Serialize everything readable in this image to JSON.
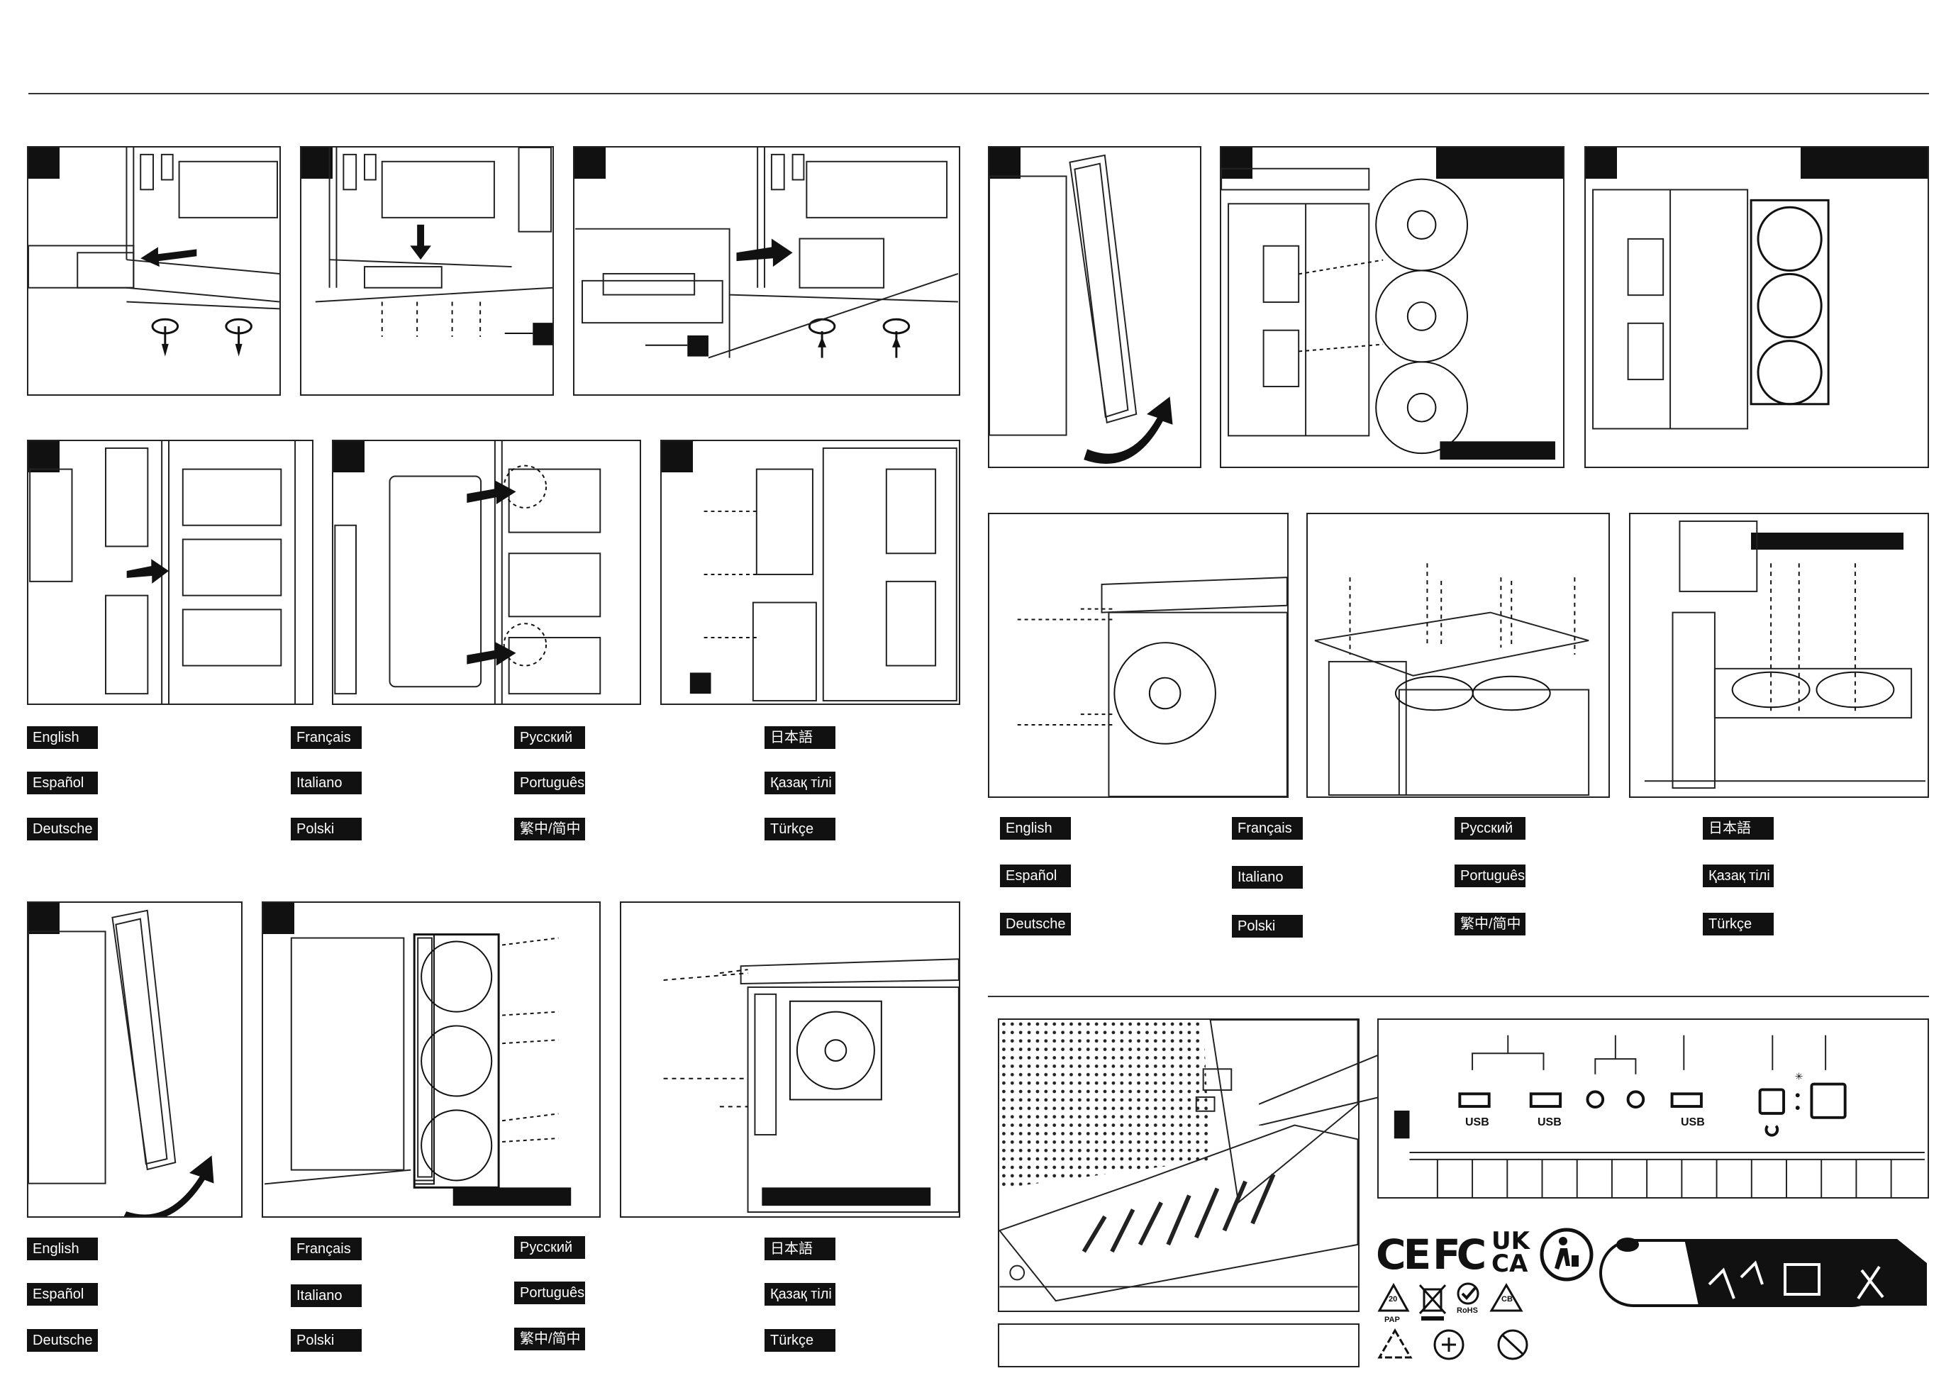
{
  "languages": {
    "col1": [
      "English",
      "Español",
      "Deutsche"
    ],
    "col2": [
      "Français",
      "Italiano",
      "Polski"
    ],
    "col3": [
      "Русский",
      "Português",
      "繁中/简中"
    ],
    "col4": [
      "日本語",
      "Қазақ тілі",
      "Türkçe"
    ]
  },
  "io_panel": {
    "usb_labels": [
      "USB",
      "USB",
      "USB"
    ]
  },
  "certifications": {
    "ce": "CE",
    "fc": "FC",
    "ukca_top": "UK",
    "ukca_bottom": "CA",
    "recycle_20": "20",
    "pap": "PAP",
    "rohs": "RoHS",
    "cb": "CB"
  },
  "icons": [
    "arrow-left-icon",
    "arrow-right-icon",
    "screw-icon",
    "rotate-icon",
    "fan-icon",
    "headphone-icon",
    "mic-icon",
    "power-icon",
    "reset-icon",
    "recycle-icon",
    "weee-bin-icon",
    "disposal-person-icon",
    "no-trash-icon"
  ]
}
